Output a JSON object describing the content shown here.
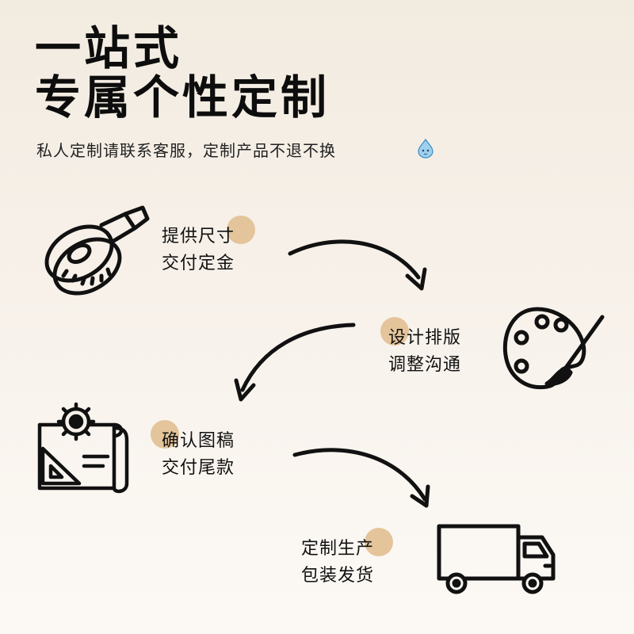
{
  "header": {
    "title_line1": "一站式",
    "title_line2": "专属个性定制",
    "subtitle": "私人定制请联系客服，定制产品不退不换"
  },
  "steps": [
    {
      "line1": "提供尺寸",
      "line2": "交付定金",
      "icon": "tape-measure-icon"
    },
    {
      "line1": "设计排版",
      "line2": "调整沟通",
      "icon": "palette-icon"
    },
    {
      "line1": "确认图稿",
      "line2": "交付尾款",
      "icon": "blueprint-icon"
    },
    {
      "line1": "定制生产",
      "line2": "包装发货",
      "icon": "truck-icon"
    }
  ],
  "colors": {
    "accent_dot": "#e4c49a",
    "text": "#111111",
    "background_top": "#f2ebe0",
    "background_bottom": "#fcf9f5"
  }
}
